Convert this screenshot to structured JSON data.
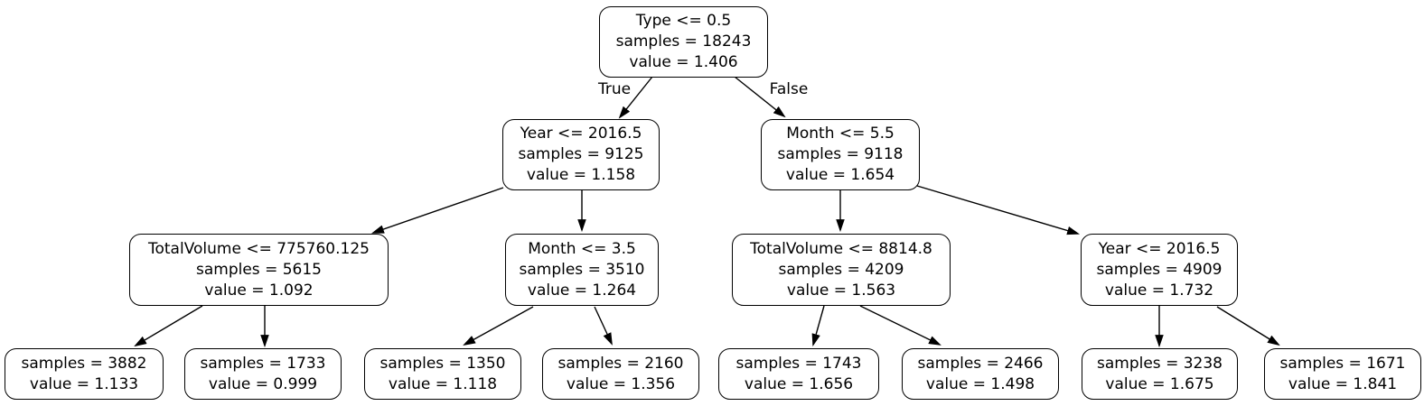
{
  "diagram": {
    "type": "decision-tree",
    "colors": {
      "background": "#ffffff",
      "node_fill": "#ffffff",
      "stroke": "#000000",
      "text": "#000000"
    },
    "edge_labels": {
      "true": "True",
      "false": "False"
    },
    "nodes": {
      "root": {
        "condition": "Type <= 0.5",
        "samples": "samples = 18243",
        "value": "value = 1.406"
      },
      "l": {
        "condition": "Year <= 2016.5",
        "samples": "samples = 9125",
        "value": "value = 1.158"
      },
      "r": {
        "condition": "Month <= 5.5",
        "samples": "samples = 9118",
        "value": "value = 1.654"
      },
      "ll": {
        "condition": "TotalVolume <= 775760.125",
        "samples": "samples = 5615",
        "value": "value = 1.092"
      },
      "lr": {
        "condition": "Month <= 3.5",
        "samples": "samples = 3510",
        "value": "value = 1.264"
      },
      "rl": {
        "condition": "TotalVolume <= 8814.8",
        "samples": "samples = 4209",
        "value": "value = 1.563"
      },
      "rr": {
        "condition": "Year <= 2016.5",
        "samples": "samples = 4909",
        "value": "value = 1.732"
      },
      "lll": {
        "samples": "samples = 3882",
        "value": "value = 1.133"
      },
      "llr": {
        "samples": "samples = 1733",
        "value": "value = 0.999"
      },
      "lrl": {
        "samples": "samples = 1350",
        "value": "value = 1.118"
      },
      "lrr": {
        "samples": "samples = 2160",
        "value": "value = 1.356"
      },
      "rll": {
        "samples": "samples = 1743",
        "value": "value = 1.656"
      },
      "rlr": {
        "samples": "samples = 2466",
        "value": "value = 1.498"
      },
      "rrl": {
        "samples": "samples = 3238",
        "value": "value = 1.675"
      },
      "rrr": {
        "samples": "samples = 1671",
        "value": "value = 1.841"
      }
    }
  }
}
